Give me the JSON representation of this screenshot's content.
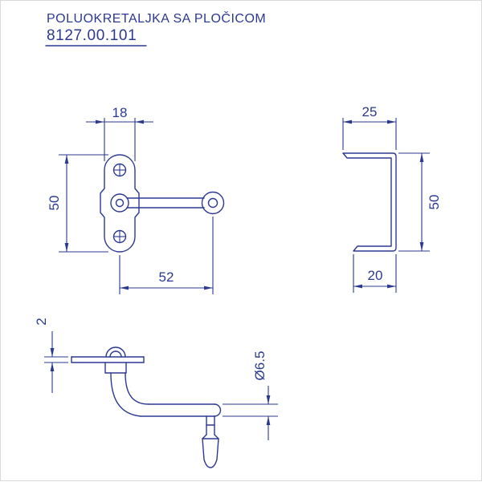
{
  "header": {
    "title": "POLUOKRETALJKA SA PLOČICOM",
    "part_number": "8127.00.101"
  },
  "colors": {
    "line": "#2b3990",
    "background": "#ffffff"
  },
  "views": {
    "front": {
      "dim_width": "18",
      "dim_height": "50",
      "dim_arm_length": "52"
    },
    "profile": {
      "dim_top_width": "25",
      "dim_height": "50",
      "dim_bottom_width": "20"
    },
    "side": {
      "dim_plate_thickness": "2",
      "dim_rod_diameter": "Ø6.5"
    }
  }
}
